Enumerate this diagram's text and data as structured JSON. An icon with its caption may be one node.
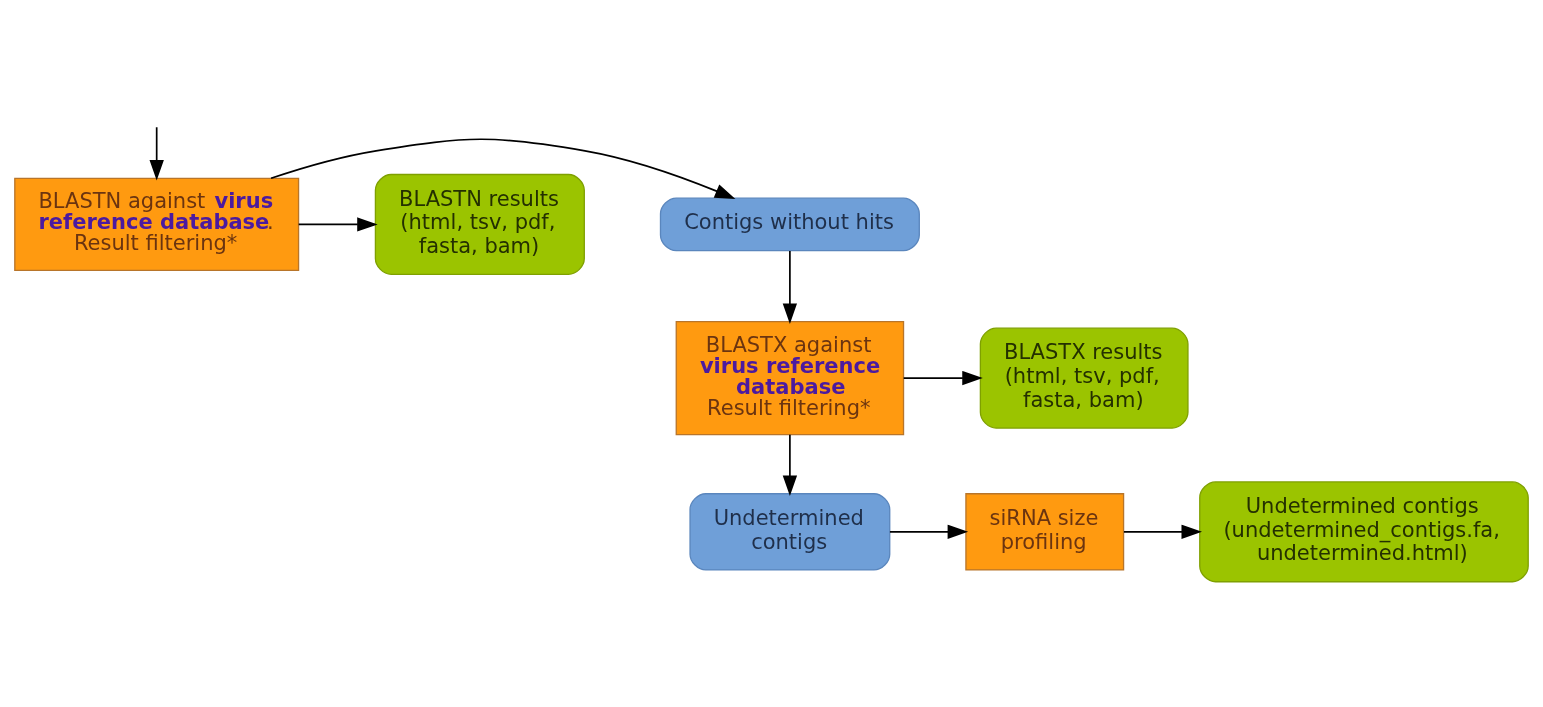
{
  "diagram": {
    "nodes": [
      {
        "text": [
          "BLASTN against **virus reference database**.",
          "Result filtering*"
        ]
      },
      {
        "text": [
          "Contigs without hits"
        ]
      },
      {
        "text": [
          "BLASTN results (html, tsv, pdf, fasta, bam)"
        ]
      },
      {
        "text": [
          "BLASTX against **virus reference database**",
          "Result filtering*"
        ]
      },
      {
        "text": [
          "BLASTX results (html, tsv, pdf, fasta, bam)"
        ]
      },
      {
        "text": [
          "Undetermined contigs"
        ]
      },
      {
        "text": [
          "siRNA size profiling"
        ]
      },
      {
        "text": [
          "Undetermined contigs (undetermined_contigs.fa, undetermined.html)"
        ]
      }
    ],
    "edges": [
      {
        "from": null,
        "to": 0,
        "arrow": "to"
      },
      {
        "from": 0,
        "to": 1,
        "arrow": "to"
      },
      {
        "from": 0,
        "to": 2,
        "arrow": "to"
      },
      {
        "from": 1,
        "to": 3,
        "arrow": "to"
      },
      {
        "from": 3,
        "to": 4,
        "arrow": "to"
      },
      {
        "from": 3,
        "to": 5,
        "arrow": "to"
      },
      {
        "from": 5,
        "to": 6,
        "arrow": "to"
      },
      {
        "from": 6,
        "to": 7,
        "arrow": "to"
      }
    ]
  }
}
